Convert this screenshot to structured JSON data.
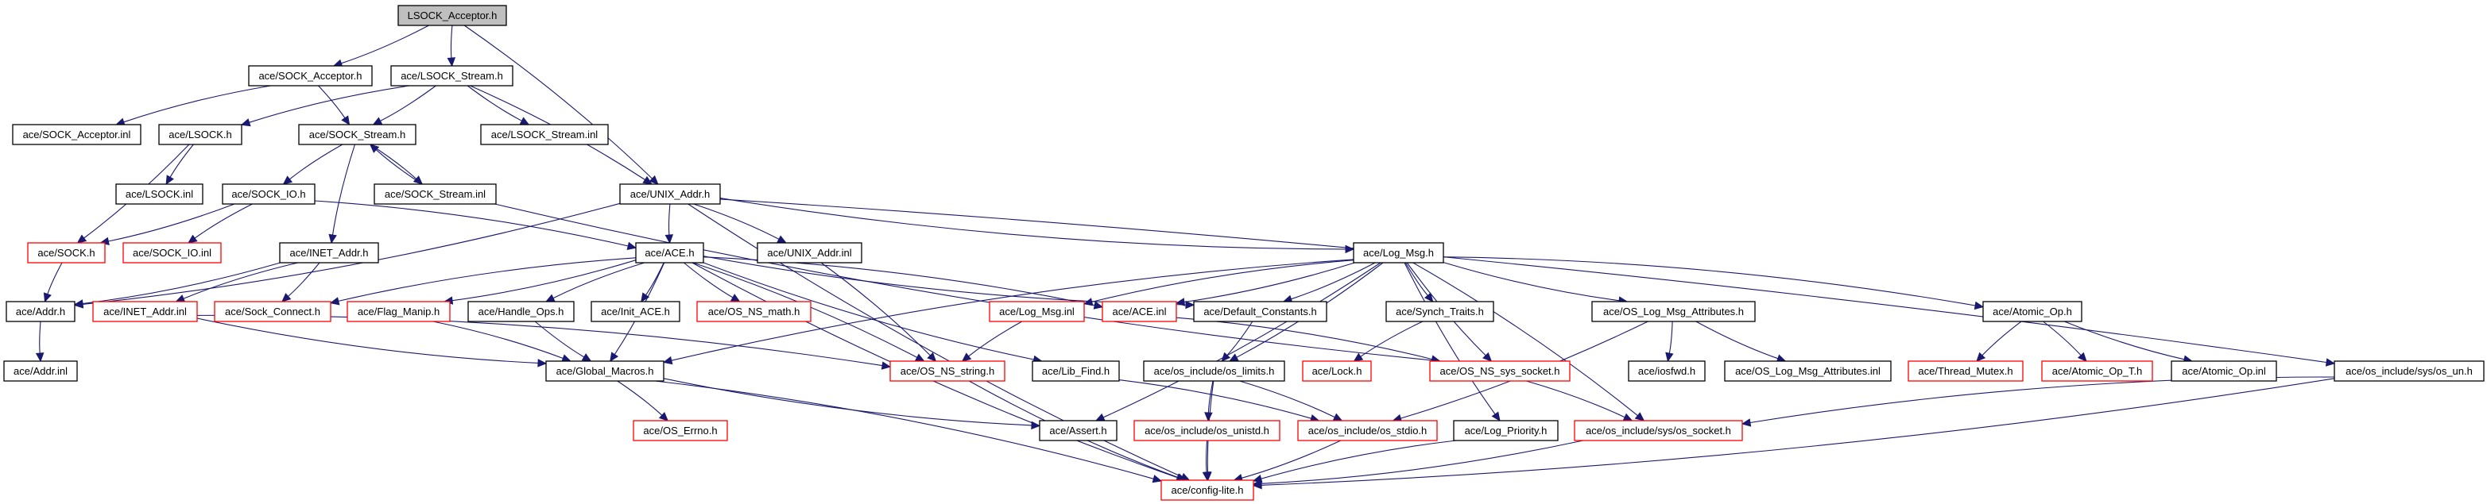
{
  "title": "LSOCK_Acceptor.h",
  "colors": {
    "edge": "#191970",
    "node_border_normal": "#000000",
    "node_border_truncated": "#ff0000",
    "root_fill": "#bfbfbf",
    "node_fill": "#ffffff"
  },
  "nodes": [
    {
      "id": "root",
      "label": "LSOCK_Acceptor.h",
      "style": "root"
    },
    {
      "id": "sock_acceptor_h",
      "label": "ace/SOCK_Acceptor.h",
      "style": "normal"
    },
    {
      "id": "lsock_stream_h",
      "label": "ace/LSOCK_Stream.h",
      "style": "normal"
    },
    {
      "id": "sock_acceptor_inl",
      "label": "ace/SOCK_Acceptor.inl",
      "style": "normal"
    },
    {
      "id": "lsock_h",
      "label": "ace/LSOCK.h",
      "style": "normal"
    },
    {
      "id": "sock_stream_h",
      "label": "ace/SOCK_Stream.h",
      "style": "normal"
    },
    {
      "id": "lsock_stream_inl",
      "label": "ace/LSOCK_Stream.inl",
      "style": "normal"
    },
    {
      "id": "lsock_inl",
      "label": "ace/LSOCK.inl",
      "style": "normal"
    },
    {
      "id": "sock_io_h",
      "label": "ace/SOCK_IO.h",
      "style": "normal"
    },
    {
      "id": "sock_stream_inl",
      "label": "ace/SOCK_Stream.inl",
      "style": "normal"
    },
    {
      "id": "unix_addr_h",
      "label": "ace/UNIX_Addr.h",
      "style": "normal"
    },
    {
      "id": "sock_h",
      "label": "ace/SOCK.h",
      "style": "truncated"
    },
    {
      "id": "sock_io_inl",
      "label": "ace/SOCK_IO.inl",
      "style": "truncated"
    },
    {
      "id": "inet_addr_h",
      "label": "ace/INET_Addr.h",
      "style": "normal"
    },
    {
      "id": "ace_h",
      "label": "ace/ACE.h",
      "style": "normal"
    },
    {
      "id": "unix_addr_inl",
      "label": "ace/UNIX_Addr.inl",
      "style": "normal"
    },
    {
      "id": "log_msg_h",
      "label": "ace/Log_Msg.h",
      "style": "normal"
    },
    {
      "id": "addr_h",
      "label": "ace/Addr.h",
      "style": "normal"
    },
    {
      "id": "inet_addr_inl",
      "label": "ace/INET_Addr.inl",
      "style": "truncated"
    },
    {
      "id": "sock_connect_h",
      "label": "ace/Sock_Connect.h",
      "style": "truncated"
    },
    {
      "id": "flag_manip_h",
      "label": "ace/Flag_Manip.h",
      "style": "truncated"
    },
    {
      "id": "handle_ops_h",
      "label": "ace/Handle_Ops.h",
      "style": "normal"
    },
    {
      "id": "init_ace_h",
      "label": "ace/Init_ACE.h",
      "style": "normal"
    },
    {
      "id": "os_ns_math_h",
      "label": "ace/OS_NS_math.h",
      "style": "truncated"
    },
    {
      "id": "log_msg_inl",
      "label": "ace/Log_Msg.inl",
      "style": "truncated"
    },
    {
      "id": "ace_inl",
      "label": "ace/ACE.inl",
      "style": "truncated"
    },
    {
      "id": "default_constants_h",
      "label": "ace/Default_Constants.h",
      "style": "normal"
    },
    {
      "id": "synch_traits_h",
      "label": "ace/Synch_Traits.h",
      "style": "normal"
    },
    {
      "id": "os_log_msg_attributes_h",
      "label": "ace/OS_Log_Msg_Attributes.h",
      "style": "normal"
    },
    {
      "id": "atomic_op_h",
      "label": "ace/Atomic_Op.h",
      "style": "normal"
    },
    {
      "id": "addr_inl",
      "label": "ace/Addr.inl",
      "style": "normal"
    },
    {
      "id": "global_macros_h",
      "label": "ace/Global_Macros.h",
      "style": "normal"
    },
    {
      "id": "os_ns_string_h",
      "label": "ace/OS_NS_string.h",
      "style": "truncated"
    },
    {
      "id": "lib_find_h",
      "label": "ace/Lib_Find.h",
      "style": "normal"
    },
    {
      "id": "os_limits_h",
      "label": "ace/os_include/os_limits.h",
      "style": "normal"
    },
    {
      "id": "lock_h",
      "label": "ace/Lock.h",
      "style": "truncated"
    },
    {
      "id": "os_ns_sys_socket_h",
      "label": "ace/OS_NS_sys_socket.h",
      "style": "truncated"
    },
    {
      "id": "iosfwd_h",
      "label": "ace/iosfwd.h",
      "style": "normal"
    },
    {
      "id": "os_log_msg_attributes_inl",
      "label": "ace/OS_Log_Msg_Attributes.inl",
      "style": "normal"
    },
    {
      "id": "thread_mutex_h",
      "label": "ace/Thread_Mutex.h",
      "style": "truncated"
    },
    {
      "id": "atomic_op_t_h",
      "label": "ace/Atomic_Op_T.h",
      "style": "truncated"
    },
    {
      "id": "atomic_op_inl",
      "label": "ace/Atomic_Op.inl",
      "style": "normal"
    },
    {
      "id": "os_un_h",
      "label": "ace/os_include/sys/os_un.h",
      "style": "normal"
    },
    {
      "id": "os_errno_h",
      "label": "ace/OS_Errno.h",
      "style": "truncated"
    },
    {
      "id": "assert_h",
      "label": "ace/Assert.h",
      "style": "normal"
    },
    {
      "id": "os_unistd_h",
      "label": "ace/os_include/os_unistd.h",
      "style": "truncated"
    },
    {
      "id": "os_stdio_h",
      "label": "ace/os_include/os_stdio.h",
      "style": "truncated"
    },
    {
      "id": "log_priority_h",
      "label": "ace/Log_Priority.h",
      "style": "normal"
    },
    {
      "id": "os_socket_h",
      "label": "ace/os_include/sys/os_socket.h",
      "style": "truncated"
    },
    {
      "id": "config_lite_h",
      "label": "ace/config-lite.h",
      "style": "truncated"
    }
  ],
  "edges": [
    [
      "root",
      "sock_acceptor_h"
    ],
    [
      "root",
      "lsock_stream_h"
    ],
    [
      "root",
      "unix_addr_h"
    ],
    [
      "sock_acceptor_h",
      "sock_acceptor_inl"
    ],
    [
      "sock_acceptor_h",
      "sock_stream_h"
    ],
    [
      "lsock_stream_h",
      "lsock_h"
    ],
    [
      "lsock_stream_h",
      "sock_stream_h"
    ],
    [
      "lsock_stream_h",
      "lsock_stream_inl"
    ],
    [
      "lsock_stream_h",
      "unix_addr_h"
    ],
    [
      "lsock_h",
      "lsock_inl"
    ],
    [
      "lsock_h",
      "sock_h"
    ],
    [
      "sock_stream_h",
      "sock_io_h"
    ],
    [
      "sock_stream_h",
      "sock_stream_inl"
    ],
    [
      "sock_stream_h",
      "inet_addr_h"
    ],
    [
      "sock_stream_inl",
      "sock_stream_h"
    ],
    [
      "sock_stream_inl",
      "os_ns_sys_socket_h"
    ],
    [
      "sock_io_h",
      "sock_h"
    ],
    [
      "sock_io_h",
      "sock_io_inl"
    ],
    [
      "sock_io_h",
      "ace_h"
    ],
    [
      "sock_h",
      "addr_h"
    ],
    [
      "inet_addr_h",
      "addr_h"
    ],
    [
      "inet_addr_h",
      "inet_addr_inl"
    ],
    [
      "inet_addr_h",
      "sock_connect_h"
    ],
    [
      "inet_addr_inl",
      "global_macros_h"
    ],
    [
      "inet_addr_inl",
      "os_ns_string_h"
    ],
    [
      "addr_h",
      "addr_inl"
    ],
    [
      "unix_addr_h",
      "addr_h"
    ],
    [
      "unix_addr_h",
      "ace_h"
    ],
    [
      "unix_addr_h",
      "unix_addr_inl"
    ],
    [
      "unix_addr_h",
      "log_msg_h"
    ],
    [
      "unix_addr_h",
      "os_un_h"
    ],
    [
      "unix_addr_h",
      "config_lite_h"
    ],
    [
      "unix_addr_inl",
      "os_ns_string_h"
    ],
    [
      "ace_h",
      "sock_connect_h"
    ],
    [
      "ace_h",
      "flag_manip_h"
    ],
    [
      "ace_h",
      "handle_ops_h"
    ],
    [
      "ace_h",
      "init_ace_h"
    ],
    [
      "ace_h",
      "os_ns_math_h"
    ],
    [
      "ace_h",
      "ace_inl"
    ],
    [
      "ace_h",
      "default_constants_h"
    ],
    [
      "ace_h",
      "os_ns_string_h"
    ],
    [
      "ace_h",
      "lib_find_h"
    ],
    [
      "ace_h",
      "global_macros_h"
    ],
    [
      "ace_h",
      "config_lite_h"
    ],
    [
      "flag_manip_h",
      "global_macros_h"
    ],
    [
      "handle_ops_h",
      "global_macros_h"
    ],
    [
      "ace_inl",
      "os_ns_sys_socket_h"
    ],
    [
      "log_msg_h",
      "log_msg_inl"
    ],
    [
      "log_msg_h",
      "ace_inl"
    ],
    [
      "log_msg_h",
      "global_macros_h"
    ],
    [
      "log_msg_h",
      "default_constants_h"
    ],
    [
      "log_msg_h",
      "synch_traits_h"
    ],
    [
      "log_msg_h",
      "os_limits_h"
    ],
    [
      "log_msg_h",
      "os_ns_sys_socket_h"
    ],
    [
      "log_msg_h",
      "assert_h"
    ],
    [
      "log_msg_h",
      "os_log_msg_attributes_h"
    ],
    [
      "log_msg_h",
      "atomic_op_h"
    ],
    [
      "log_msg_h",
      "log_priority_h"
    ],
    [
      "log_msg_h",
      "os_socket_h"
    ],
    [
      "log_msg_inl",
      "os_ns_string_h"
    ],
    [
      "default_constants_h",
      "os_limits_h"
    ],
    [
      "synch_traits_h",
      "lock_h"
    ],
    [
      "os_log_msg_attributes_h",
      "iosfwd_h"
    ],
    [
      "os_log_msg_attributes_h",
      "os_log_msg_attributes_inl"
    ],
    [
      "os_log_msg_attributes_h",
      "os_stdio_h"
    ],
    [
      "atomic_op_h",
      "thread_mutex_h"
    ],
    [
      "atomic_op_h",
      "atomic_op_t_h"
    ],
    [
      "atomic_op_h",
      "atomic_op_inl"
    ],
    [
      "global_macros_h",
      "os_errno_h"
    ],
    [
      "global_macros_h",
      "assert_h"
    ],
    [
      "global_macros_h",
      "config_lite_h"
    ],
    [
      "os_ns_string_h",
      "config_lite_h"
    ],
    [
      "lib_find_h",
      "os_stdio_h"
    ],
    [
      "os_limits_h",
      "os_unistd_h"
    ],
    [
      "os_limits_h",
      "os_stdio_h"
    ],
    [
      "os_limits_h",
      "config_lite_h"
    ],
    [
      "os_ns_sys_socket_h",
      "os_socket_h"
    ],
    [
      "os_unistd_h",
      "config_lite_h"
    ],
    [
      "os_stdio_h",
      "config_lite_h"
    ],
    [
      "log_priority_h",
      "config_lite_h"
    ],
    [
      "os_socket_h",
      "config_lite_h"
    ],
    [
      "os_un_h",
      "os_socket_h"
    ],
    [
      "os_un_h",
      "config_lite_h"
    ]
  ]
}
